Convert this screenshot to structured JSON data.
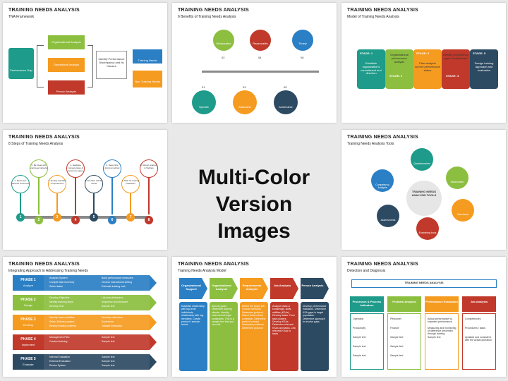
{
  "center": {
    "line1": "Multi-Color",
    "line2": "Version Images"
  },
  "colors": {
    "green": "#8cbf3f",
    "orange": "#f59b20",
    "red": "#c0392b",
    "blue": "#2b7fc4",
    "navy": "#2d4a63",
    "teal": "#1e9b8a",
    "purple": "#7c3e92"
  },
  "s1": {
    "title": "TRAINING NEEDS ANALYSIS",
    "sub": "TNA Framework",
    "left": "Performance Gap",
    "b1": "Organizational Analysis",
    "b2": "Operational Analysis",
    "b3": "Person Analysis",
    "mid": "Identify Performance Discrepancy and Its Causes",
    "r1": "Training Needs",
    "r2": "Non-Training Needs"
  },
  "s2": {
    "title": "TRAINING NEEDS ANALYSIS",
    "sub": "6 Benefits of Training Needs Analysis",
    "items": [
      "Measurable",
      "Reasonable",
      "Timely",
      "Specific",
      "Attainable",
      "Achievable"
    ],
    "nums": [
      "01",
      "02",
      "03",
      "04",
      "05",
      "06"
    ]
  },
  "s3": {
    "title": "TRAINING NEEDS ANALYSIS",
    "sub": "Model of Training Needs Analysis",
    "stages": [
      "STAGE: 1",
      "STAGE: 2",
      "STAGE: 3",
      "STAGE: 4",
      "STAGE: 5"
    ],
    "texts": [
      "Establish organization's commitment and direction",
      "Organizational performance analysis",
      "Plan analysis current performance status",
      "Identify competency gaps of individuals",
      "Design training approach and evaluation"
    ]
  },
  "s4": {
    "title": "TRAINING NEEDS ANALYSIS",
    "sub": "8 Steps of Training Needs Analysis",
    "steps": [
      "1. Determine Desired Outcomes",
      "2. Be Clear with employee behavior",
      "3. Identify trainable competencies",
      "4. Evaluate competencies & determine gaps",
      "5. Prioritize training needs",
      "6. Determine training method",
      "7. Plan for training evaluation",
      "8. Report analysis & findings"
    ],
    "nums": [
      "1",
      "2",
      "3",
      "4",
      "5",
      "6",
      "7",
      "8"
    ]
  },
  "s5": {
    "title": "TRAINING NEEDS ANALYSIS",
    "sub": "Training Needs Analysis Tools",
    "center": "TRAINING NEEDS ANALYSIS TOOLS",
    "tools": [
      "Questionnaires",
      "Observation",
      "Interviews",
      "Examining tools",
      "Assessments",
      "Competency Analysis"
    ]
  },
  "s6": {
    "title": "TRAINING NEEDS ANALYSIS",
    "sub": "Integrating Approach to Addressing Training Needs",
    "phases": [
      {
        "name": "PHASE 1",
        "sub": "Analyze",
        "a": [
          "Analysis System",
          "Compile task inventory",
          "Select tasks"
        ],
        "b": [
          "Build performance measures",
          "Choose instructional setting",
          "Estimate training cost"
        ]
      },
      {
        "name": "PHASE 2",
        "sub": "Design",
        "a": [
          "Develop Objective",
          "Identify learning steps",
          "Develop Test"
        ],
        "b": [
          "List entry behaviors",
          "Sequence and structure",
          "Sample text"
        ]
      },
      {
        "name": "PHASE 3",
        "sub": "Develop",
        "a": [
          "Specify Learn activities",
          "Select Delivery system",
          "Review existing material"
        ],
        "b": [
          "Develop instruction",
          "Synthesize",
          "Validate instruction"
        ]
      },
      {
        "name": "PHASE 4",
        "sub": "Implement",
        "a": [
          "Management Plan",
          "Conduct training"
        ],
        "b": [
          "Sample text",
          "Sample text"
        ]
      },
      {
        "name": "PHASE 5",
        "sub": "Evaluate",
        "a": [
          "Internal Evaluation",
          "External Evaluation",
          "Revise System"
        ],
        "b": [
          "Sample text",
          "Sample text",
          "Sample text"
        ]
      }
    ]
  },
  "s7": {
    "title": "TRAINING NEEDS ANALYSIS",
    "sub": "Training Needs Analysis Model",
    "cols": [
      "Organizational Support",
      "Organizational Analysis",
      "Requirements Analysis",
      "Job Analysis",
      "Person Analysis"
    ],
    "texts": [
      "Establish relationship with top-level individuals, relationship with org. members. Create product / session teams",
      "Specify goals. Determine training climate. Identify external and legal constraints. This is a sample text that you can edit",
      "Define the target job. Choose methods. Determine protocol. Select tools to best contribute. Determine point of contact. Anticipate problems. Determine protocol",
      "Analyze tasks & knowledge, skills, abilities (KSAs). Develop tasks. Form task clusters. Develop KSAs. Determine relevant KSAs and tasks. Link relevant KSAs to tasks",
      "Develop performance indicators. Determine KSA gaps in target population. Determine approach to resolve gaps"
    ]
  },
  "s8": {
    "title": "TRAINING NEEDS ANALYSIS",
    "sub": "Detection and Diagnosis",
    "head": "TRAINING NEEDS ANALYSIS",
    "cols": [
      {
        "h": "Processes & Process Indicators",
        "l": [
          "Operation",
          "Productivity",
          "Sample text",
          "Sample text",
          "Sample text"
        ]
      },
      {
        "h": "Problem Analysis",
        "l": [
          "Personnel",
          "Finance",
          "Sample text",
          "Sample text",
          "Sample text"
        ]
      },
      {
        "h": "Performance Evaluation",
        "l": [
          "Actual performance vs. expected performance",
          "Measuring and monitoring of difference prevented through training",
          "Sample text"
        ]
      },
      {
        "h": "Job Analysis",
        "l": [
          "Competencies",
          "Procedures / tasks",
          "Updated and consistent with the actual operation"
        ]
      }
    ]
  }
}
